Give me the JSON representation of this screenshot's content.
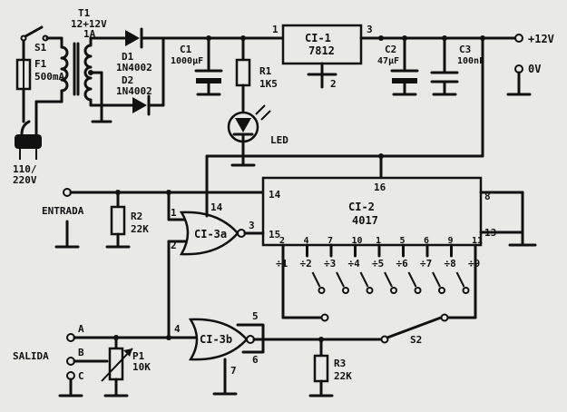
{
  "components": {
    "s1": {
      "ref": "S1"
    },
    "f1": {
      "ref": "F1",
      "value": "500mA"
    },
    "mains": {
      "value_line1": "110/",
      "value_line2": "220V"
    },
    "t1": {
      "ref": "T1",
      "value_line1": "12+12V",
      "value_line2": "1A"
    },
    "d1": {
      "ref": "D1",
      "value": "1N4002"
    },
    "d2": {
      "ref": "D2",
      "value": "1N4002"
    },
    "c1": {
      "ref": "C1",
      "value": "1000µF"
    },
    "r1": {
      "ref": "R1",
      "value": "1K5"
    },
    "led": {
      "ref": "LED"
    },
    "ci1": {
      "ref": "CI-1",
      "value": "7812",
      "pin1": "1",
      "pin2": "2",
      "pin3": "3"
    },
    "c2": {
      "ref": "C2",
      "value": "47µF"
    },
    "c3": {
      "ref": "C3",
      "value": "100nF"
    },
    "vplus": {
      "label": "+12V"
    },
    "vzero": {
      "label": "0V"
    },
    "r2": {
      "ref": "R2",
      "value": "22K"
    },
    "entrada": {
      "label": "ENTRADA"
    },
    "ci3a": {
      "ref": "CI-3a",
      "pin1": "1",
      "pin2": "2",
      "pin3": "3",
      "pin14": "14"
    },
    "ci2": {
      "ref": "CI-2",
      "value": "4017",
      "pin14": "14",
      "pin15": "15",
      "pin16": "16",
      "pin8": "8",
      "pin13": "13",
      "bottom_pins": [
        "2",
        "4",
        "7",
        "10",
        "1",
        "5",
        "6",
        "9",
        "11"
      ],
      "dividers": [
        "÷1",
        "÷2",
        "÷3",
        "÷4",
        "÷5",
        "÷6",
        "÷7",
        "÷8",
        "÷9"
      ]
    },
    "ci3b": {
      "ref": "CI-3b",
      "pin4": "4",
      "pin5": "5",
      "pin6": "6",
      "pin7": "7"
    },
    "salida": {
      "label": "SALIDA",
      "a": "A",
      "b": "B",
      "c": "C"
    },
    "p1": {
      "ref": "P1",
      "value": "10K"
    },
    "r3": {
      "ref": "R3",
      "value": "22K"
    },
    "s2": {
      "ref": "S2"
    }
  }
}
